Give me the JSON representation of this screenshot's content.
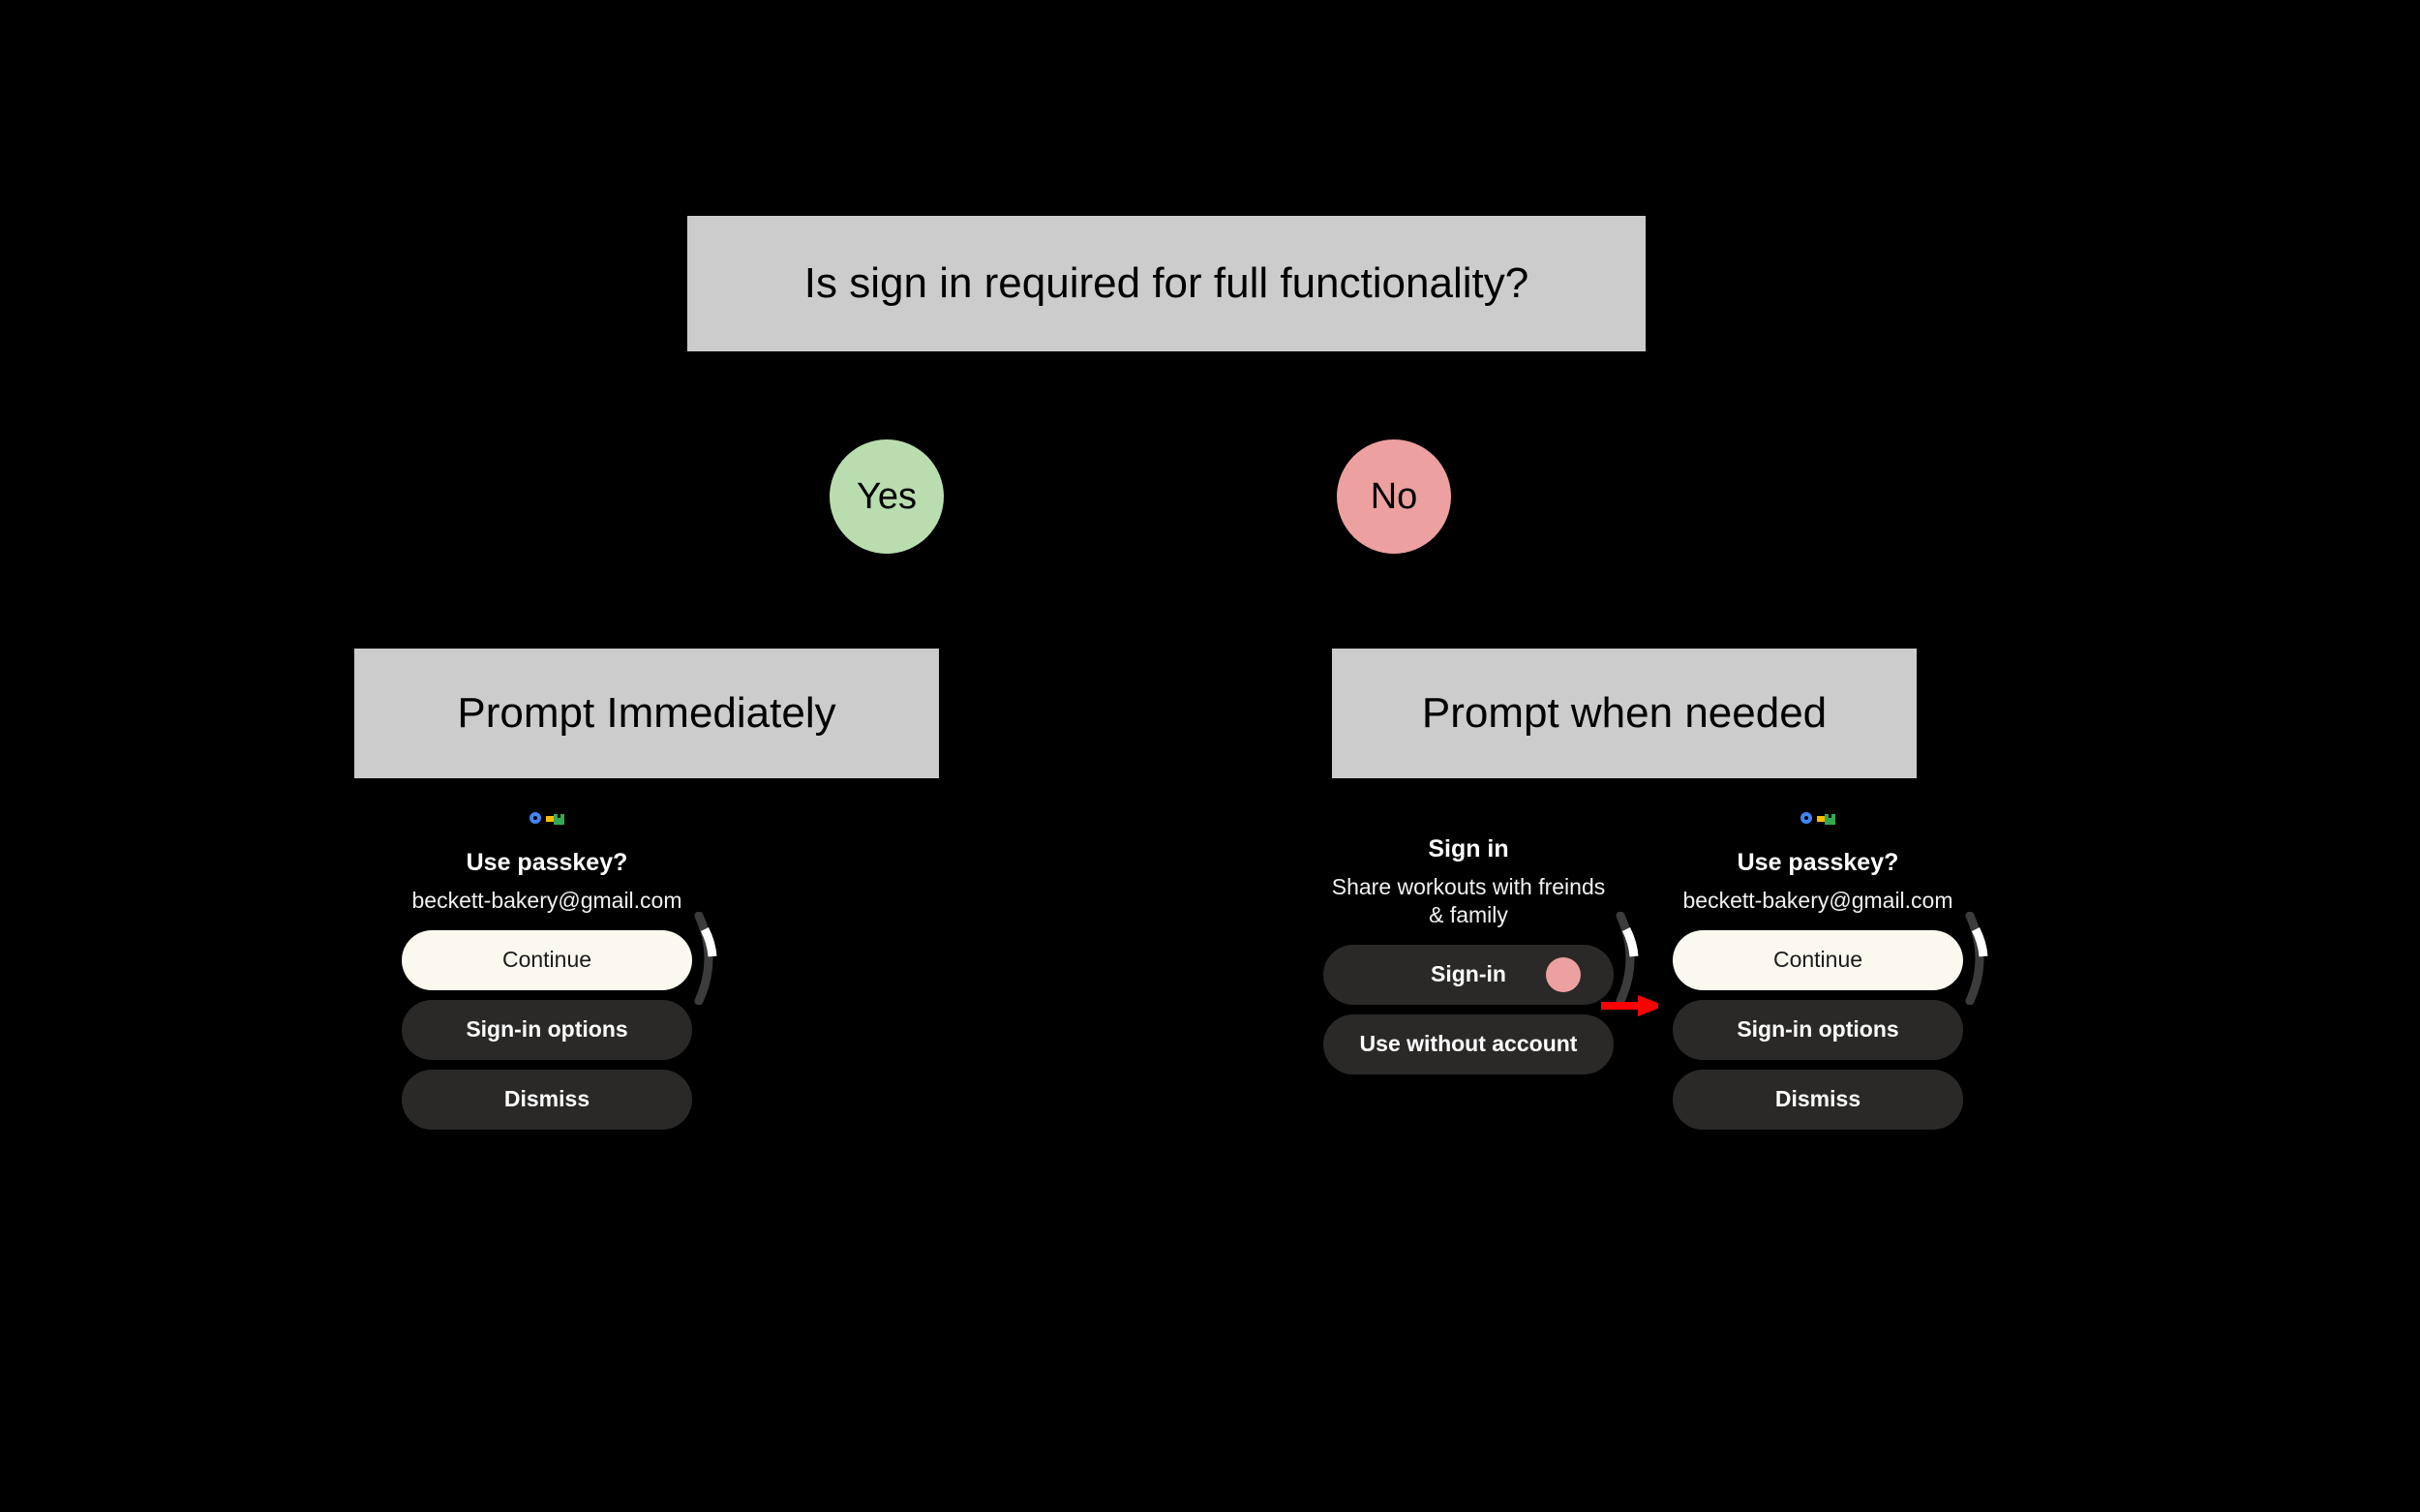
{
  "diagram": {
    "background_color": "#000000",
    "box_fill_color": "#cccccc",
    "yes_color": "#b9ddaf",
    "no_color": "#eda0a0",
    "arrow_color": "#ff0000",
    "question": "Is sign in required for full functionality?",
    "branches": {
      "yes_label": "Yes",
      "no_label": "No"
    },
    "outcomes": {
      "left": "Prompt Immediately",
      "right": "Prompt when needed"
    }
  },
  "screens": {
    "passkey_left": {
      "icon": "google-passkey-icon",
      "title": "Use passkey?",
      "account": "beckett-bakery@gmail.com",
      "buttons": [
        {
          "label": "Continue",
          "style": "primary"
        },
        {
          "label": "Sign-in options",
          "style": "secondary"
        },
        {
          "label": "Dismiss",
          "style": "secondary"
        }
      ]
    },
    "signin": {
      "title": "Sign in",
      "subtitle": "Share workouts with freinds & family",
      "buttons": [
        {
          "label": "Sign-in",
          "style": "secondary",
          "dot_color": "#eda0a0"
        },
        {
          "label": "Use without account",
          "style": "secondary"
        }
      ]
    },
    "passkey_right": {
      "icon": "google-passkey-icon",
      "title": "Use passkey?",
      "account": "beckett-bakery@gmail.com",
      "buttons": [
        {
          "label": "Continue",
          "style": "primary"
        },
        {
          "label": "Sign-in options",
          "style": "secondary"
        },
        {
          "label": "Dismiss",
          "style": "secondary"
        }
      ]
    }
  }
}
